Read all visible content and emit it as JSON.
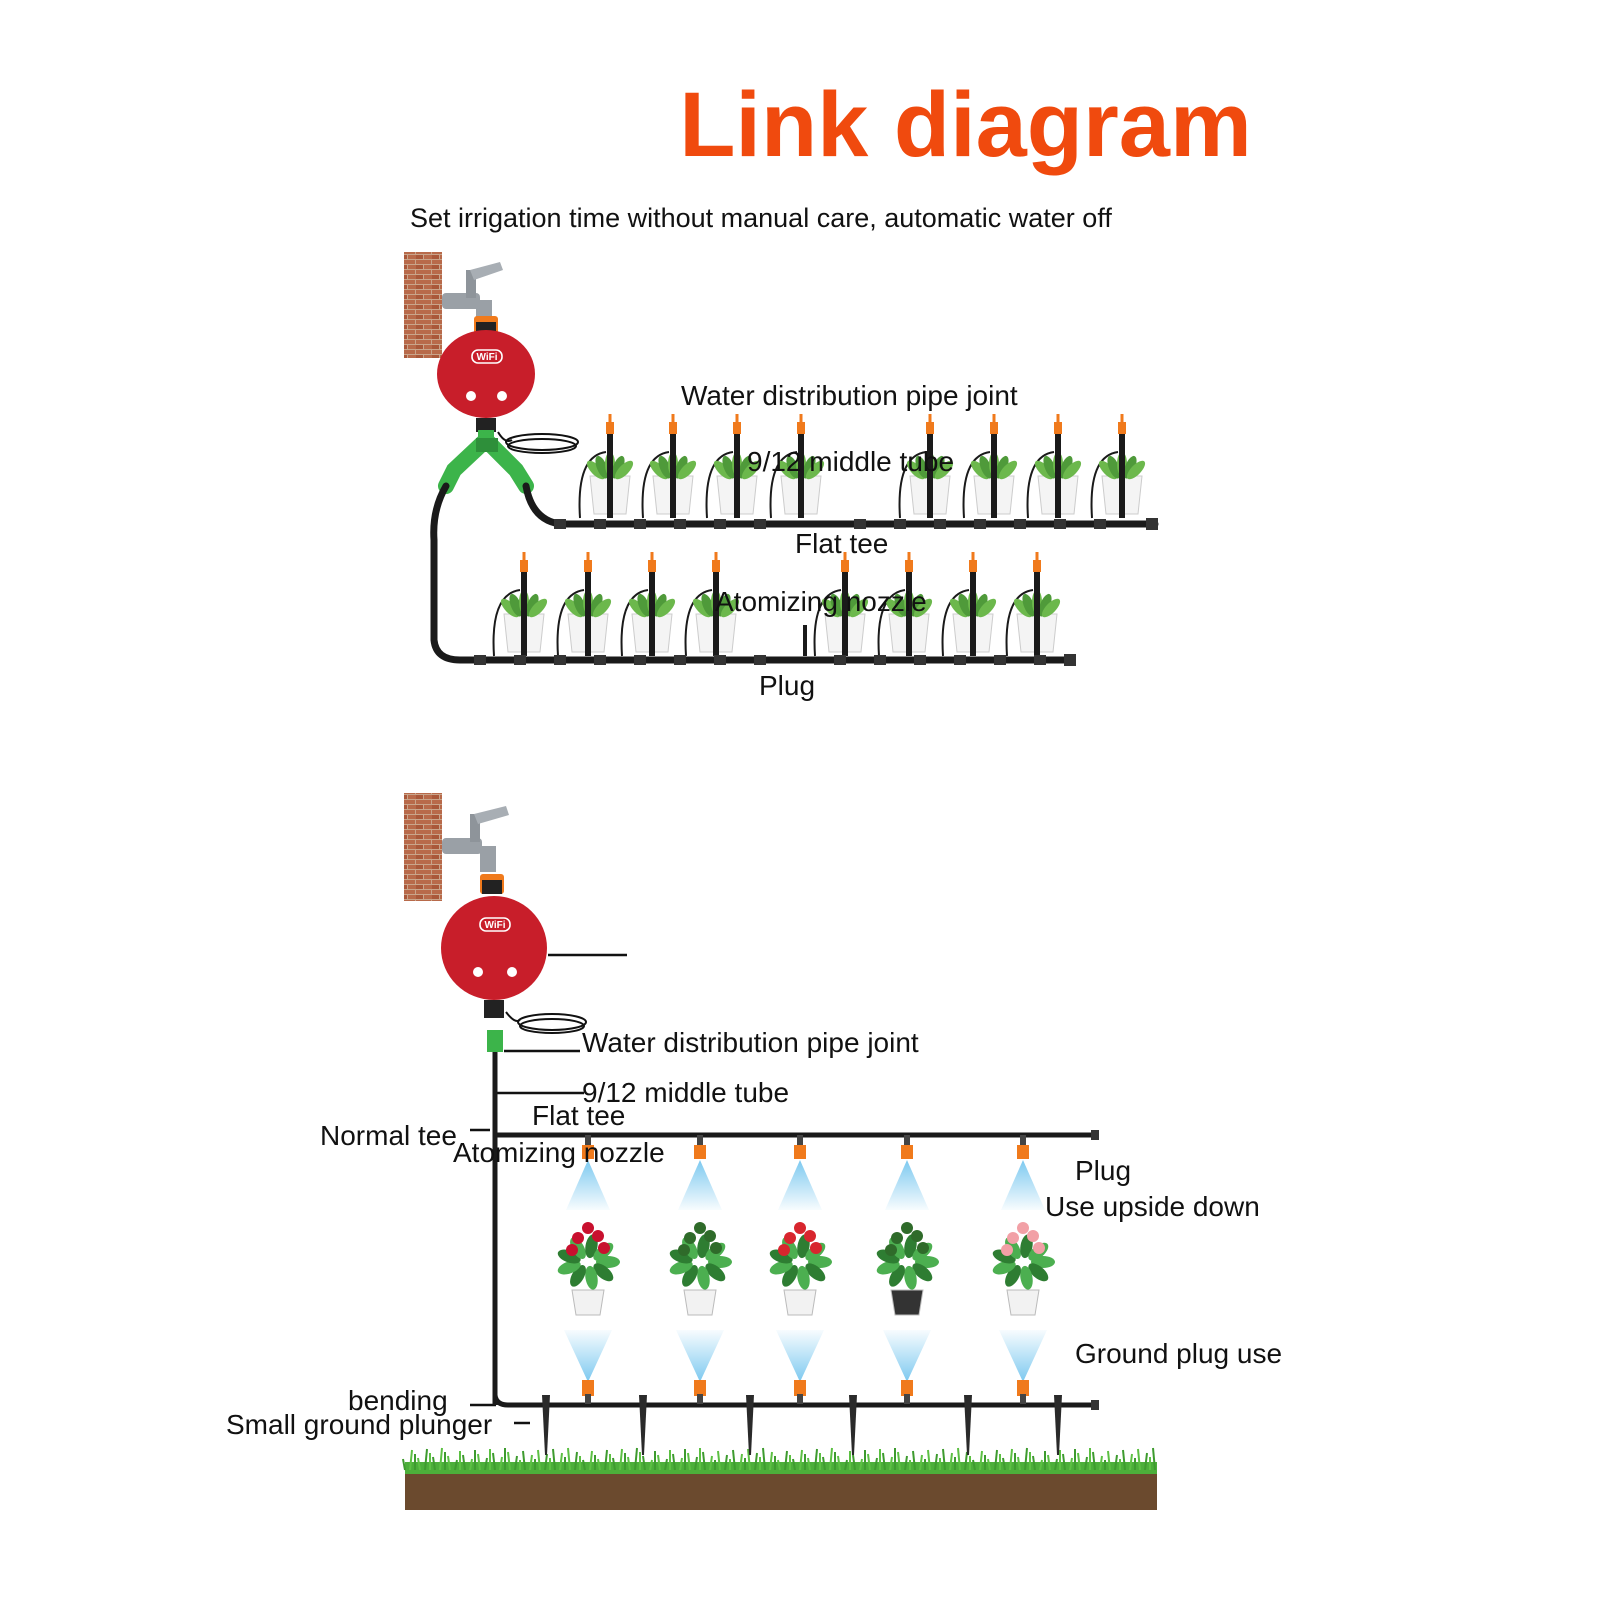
{
  "title": "Link diagram",
  "subtitle": "Set irrigation time without manual care, automatic water off",
  "colors": {
    "title": "#f04a0e",
    "timer_body": "#c81e2a",
    "nozzle": "#f07a1c",
    "fitting_green": "#3cb44a",
    "pipe": "#1a1a1a",
    "mist": "#6ec3ee",
    "grass": "#4caf3a",
    "soil": "#6b4a2e",
    "brick": "#b86a4a"
  },
  "top_diagram": {
    "labels": [
      "Water distribution pipe joint",
      "9/12 middle tube",
      "Flat tee",
      "Atomizing nozzle",
      "Plug"
    ],
    "timer_badge": "WiFi"
  },
  "bottom_diagram": {
    "labels": [
      "Water distribution pipe joint",
      "9/12 middle tube",
      "Flat tee",
      "Normal tee",
      "Atomizing nozzle",
      "Plug",
      "Use upside down",
      "Ground plug use",
      "bending",
      "Small ground plunger"
    ],
    "timer_badge": "WiFi"
  }
}
